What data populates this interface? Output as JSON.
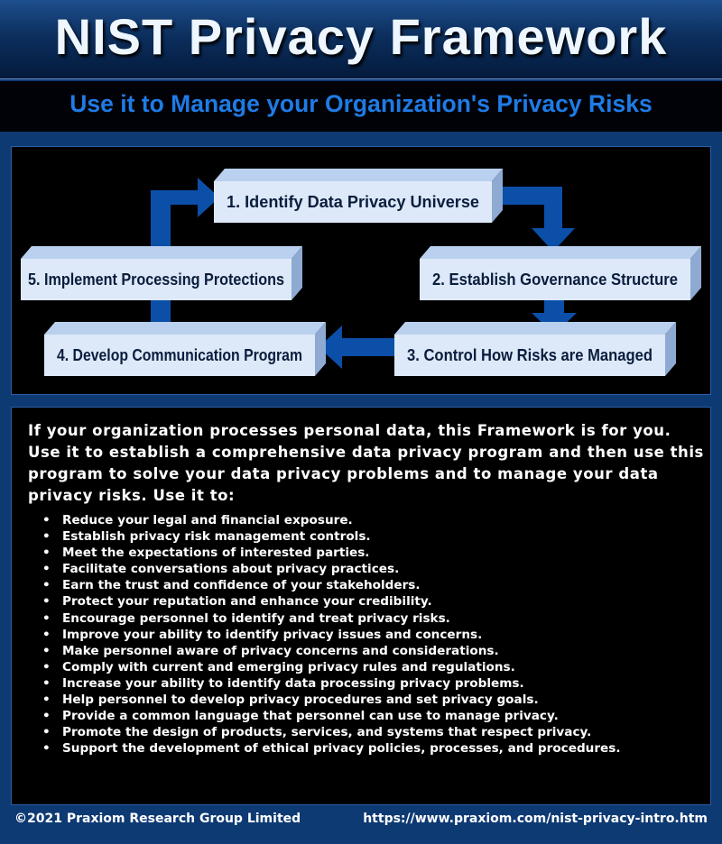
{
  "header": {
    "title": "NIST Privacy Framework",
    "subtitle": "Use it to Manage your Organization's Privacy Risks"
  },
  "diagram": {
    "steps": [
      "1. Identify Data Privacy Universe",
      "2. Establish Governance Structure",
      "3. Control How Risks are Managed",
      "4. Develop Communication Program",
      "5. Implement Processing Protections"
    ],
    "colors": {
      "box_face": "#ddeeff",
      "box_side": "#9fb8dd",
      "arrow": "#0b4fa8"
    }
  },
  "intro": "If your organization processes personal data, this Framework is for you. Use it to establish a comprehensive data privacy program and then use this program to solve your data privacy problems and to manage your data privacy risks. Use it to:",
  "bullets": [
    "Reduce your legal and financial exposure.",
    "Establish privacy risk management controls.",
    "Meet the expectations of interested parties.",
    "Facilitate conversations about privacy practices.",
    "Earn the trust and confidence of your stakeholders.",
    "Protect your reputation and enhance your credibility.",
    "Encourage personnel to identify and treat privacy risks.",
    "Improve your ability to identify privacy issues and concerns.",
    "Make personnel aware of privacy concerns and considerations.",
    "Comply with current and emerging privacy rules and regulations.",
    "Increase your ability to identify data processing privacy problems.",
    "Help personnel to develop privacy procedures and set privacy goals.",
    "Provide a common language that personnel can use to manage privacy.",
    "Promote the design of products, services, and systems that respect privacy.",
    "Support the development of ethical privacy policies, processes, and procedures."
  ],
  "footer": {
    "copyright": "©2021 Praxiom Research Group Limited",
    "url": "https://www.praxiom.com/nist-privacy-intro.htm"
  }
}
